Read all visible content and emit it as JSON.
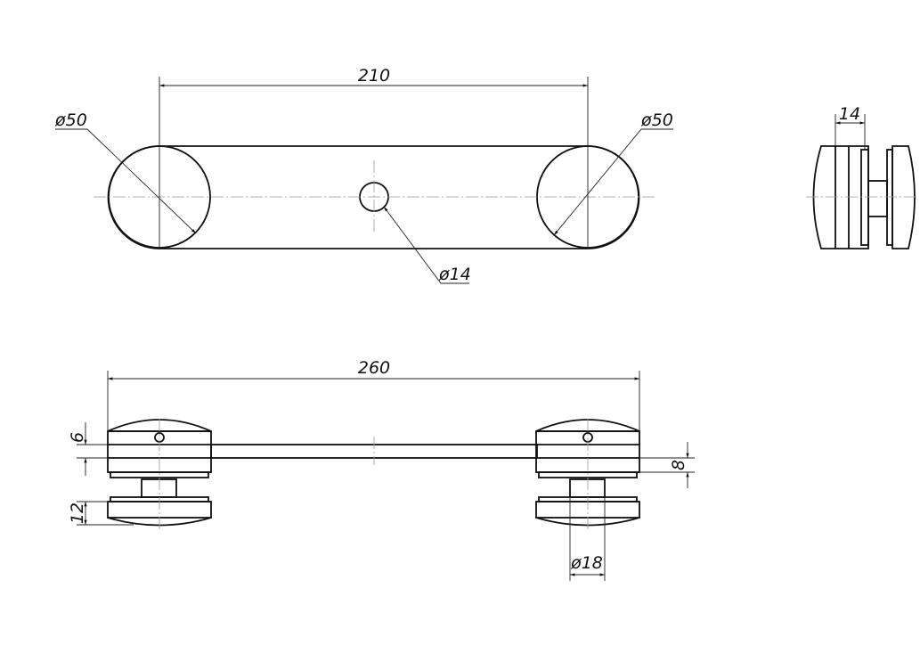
{
  "drawing": {
    "top_view": {
      "length_label": "210",
      "left_diameter_label": "ø50",
      "right_diameter_label": "ø50",
      "hole_diameter_label": "ø14"
    },
    "side_view": {
      "width_label": "14"
    },
    "front_view": {
      "length_label": "260",
      "top_thickness_label": "6",
      "cap_thickness_label": "12",
      "glass_thickness_label": "8",
      "stem_diameter_label": "ø18"
    },
    "line_color": "#111111"
  }
}
